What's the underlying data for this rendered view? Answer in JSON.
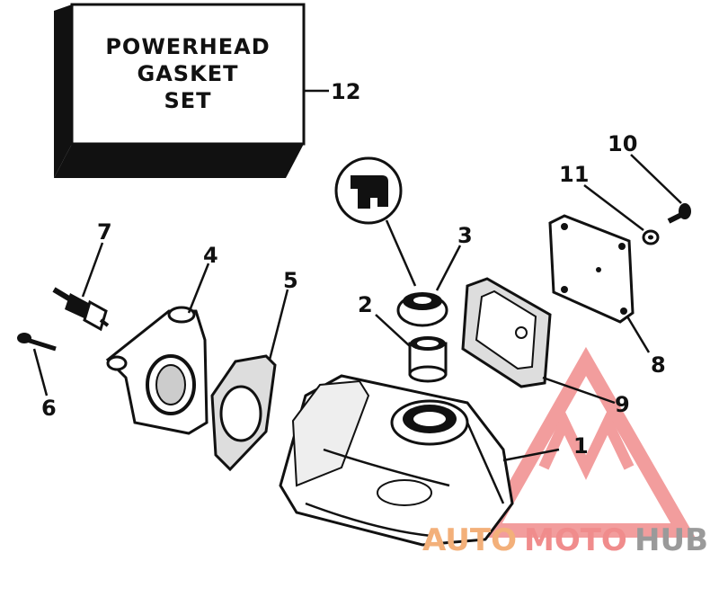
{
  "gasket_box": {
    "line1": "POWERHEAD",
    "line2": "GASKET",
    "line3": "SET"
  },
  "callouts": [
    "1",
    "2",
    "3",
    "4",
    "5",
    "6",
    "7",
    "8",
    "9",
    "10",
    "11",
    "12"
  ],
  "watermark": {
    "text_auto": "AUTO",
    "text_moto": "MOTO",
    "text_hub": "HUB",
    "color_primary": "#f08c8c",
    "color_orange": "#f3b07a",
    "color_gray": "#9a9a9a"
  }
}
